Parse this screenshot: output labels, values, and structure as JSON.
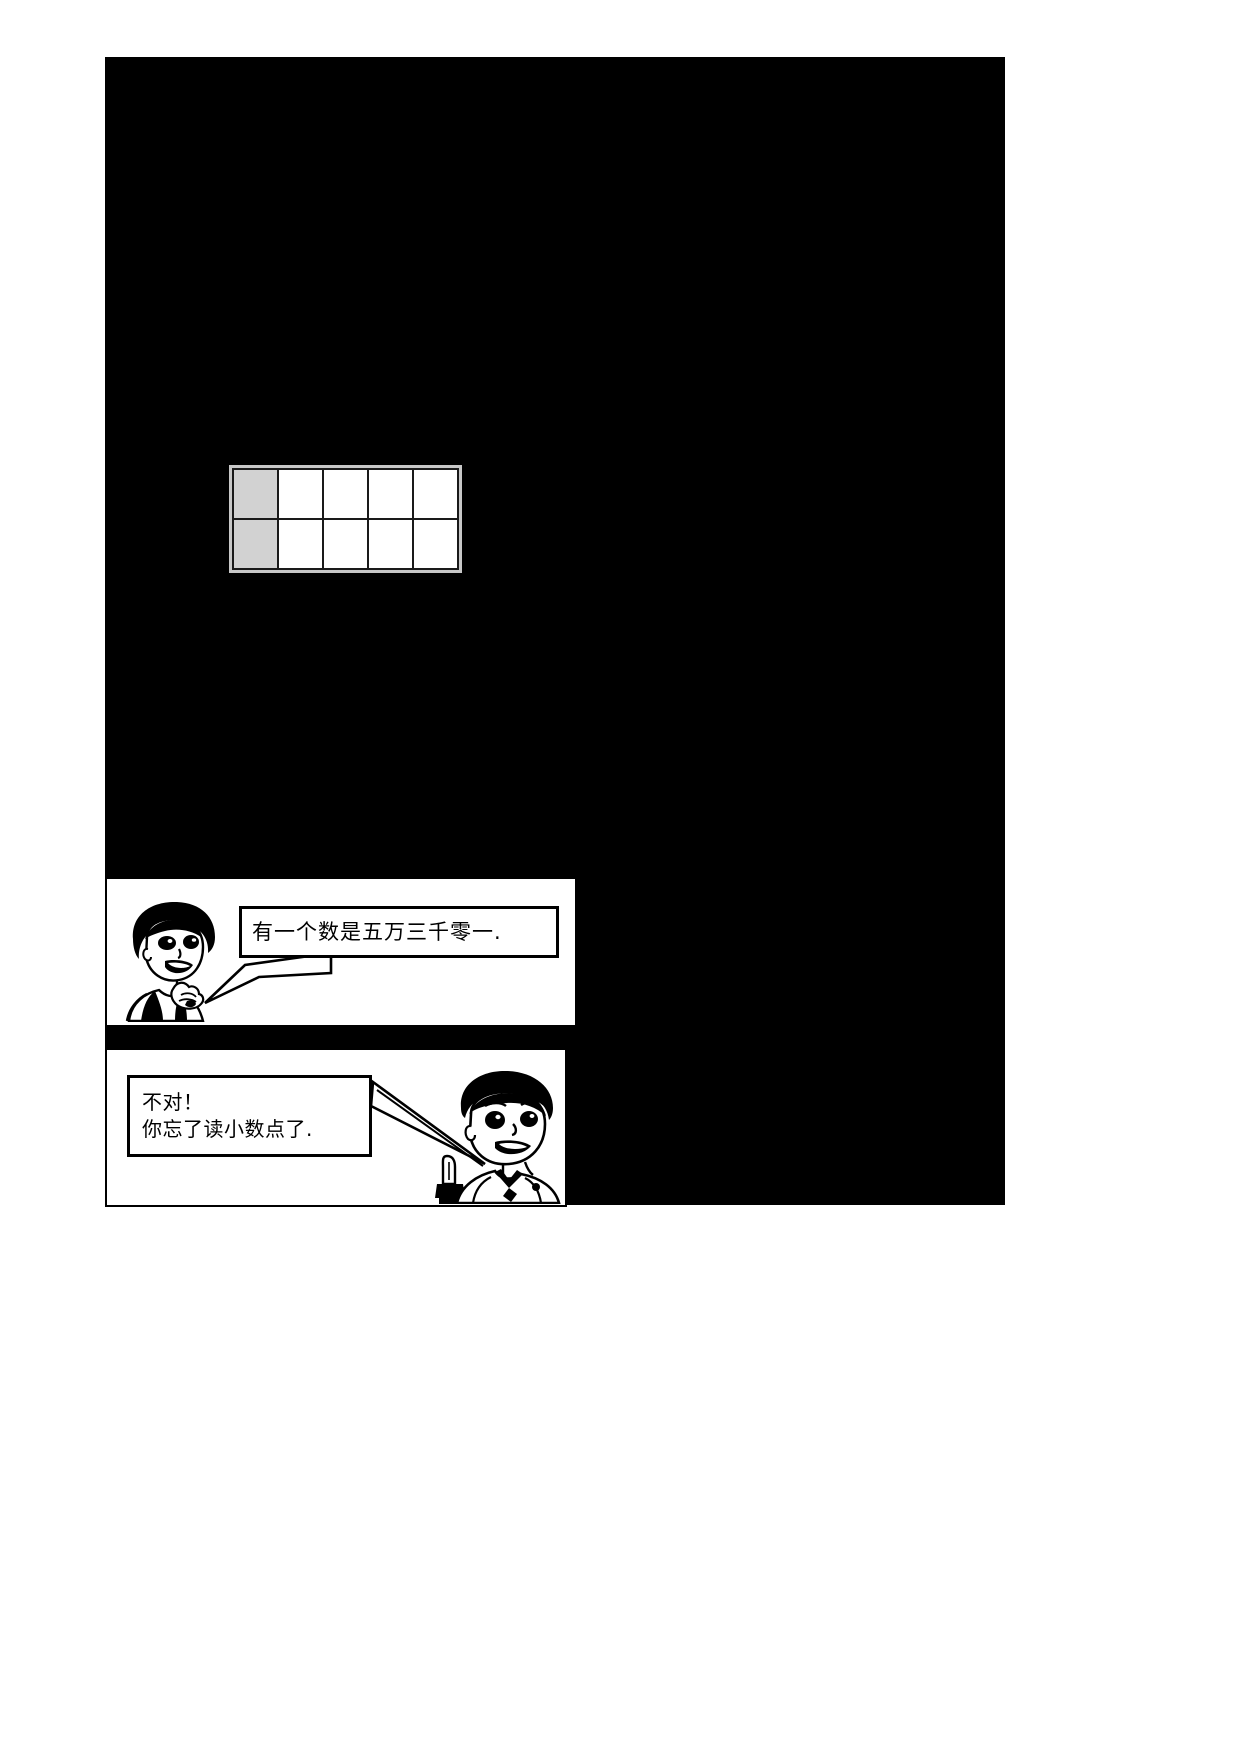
{
  "document": {
    "page_background": "#ffffff",
    "ink_color": "#000000",
    "shaded_cell_color": "#d2d2d2",
    "grid_border_color": "#1a1a1a"
  },
  "digit_grid": {
    "name": "digit-place-value-grid",
    "rows": 2,
    "columns": 5,
    "cells": [
      [
        {
          "text": "",
          "shaded": true
        },
        {
          "text": "",
          "shaded": false
        },
        {
          "text": "",
          "shaded": false
        },
        {
          "text": "",
          "shaded": false
        },
        {
          "text": "",
          "shaded": false
        }
      ],
      [
        {
          "text": "",
          "shaded": true
        },
        {
          "text": "",
          "shaded": false
        },
        {
          "text": "",
          "shaded": false
        },
        {
          "text": "",
          "shaded": false
        },
        {
          "text": "",
          "shaded": false
        }
      ]
    ]
  },
  "comic": {
    "panels": [
      {
        "id": "panel-girl",
        "speaker": "girl",
        "speaker_icon": "girl-face-icon",
        "lines": [
          "有一个数是五万三千零一."
        ],
        "bubble_text": "有一个数是五万三千零一."
      },
      {
        "id": "panel-boy",
        "speaker": "boy",
        "speaker_icon": "boy-face-icon",
        "lines": [
          "不对！",
          "你忘了读小数点了."
        ],
        "bubble_line_1": "不对！",
        "bubble_line_2": "你忘了读小数点了."
      }
    ]
  }
}
